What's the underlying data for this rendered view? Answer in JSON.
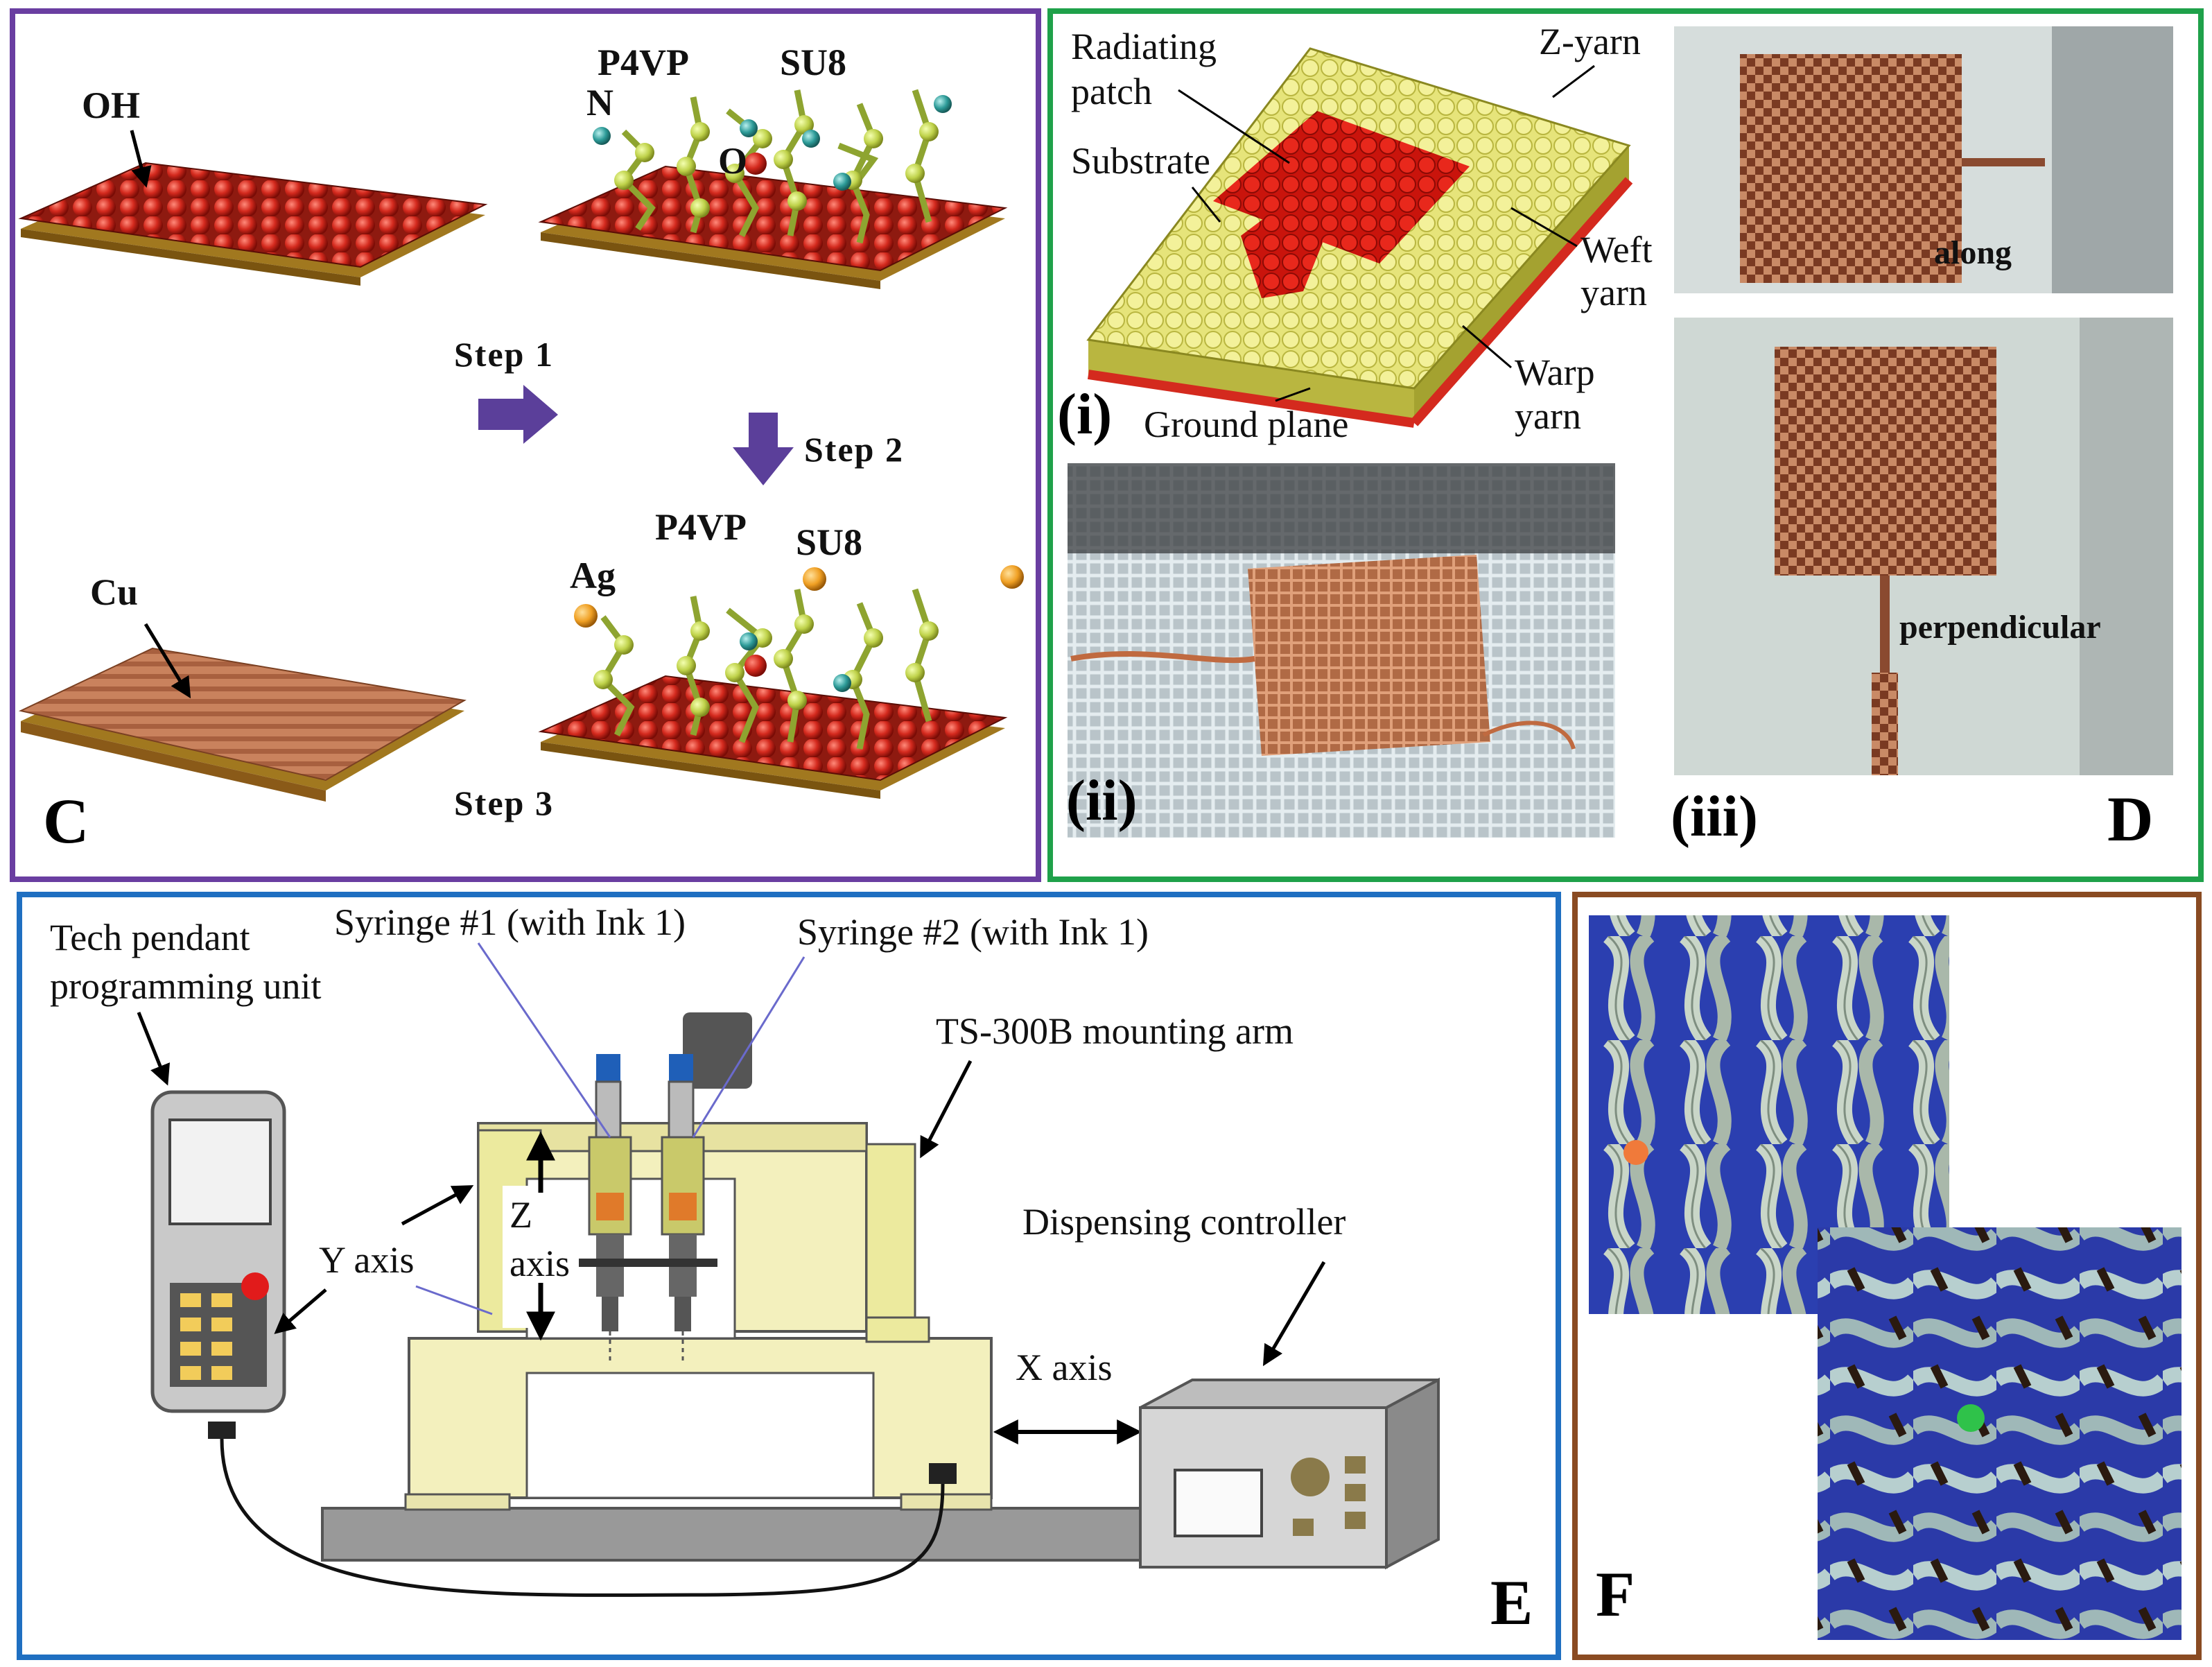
{
  "panels": {
    "C": {
      "letter": "C",
      "border_color": "#6a3ea1",
      "labels": {
        "oh": "OH",
        "p4vp_top": "P4VP",
        "su8_top": "SU8",
        "n": "N",
        "o": "O",
        "step1": "Step 1",
        "step2": "Step 2",
        "step3": "Step 3",
        "cu": "Cu",
        "ag": "Ag",
        "p4vp_bottom": "P4VP",
        "su8_bottom": "SU8"
      }
    },
    "D": {
      "letter": "D",
      "border_color": "#1fa14a",
      "labels": {
        "radiating": "Radiating",
        "patch": "patch",
        "substrate": "Substrate",
        "z_yarn": "Z-yarn",
        "weft": "Weft",
        "weft_yarn": "yarn",
        "warp": "Warp",
        "warp_yarn": "yarn",
        "ground_plane": "Ground plane",
        "sub_i": "(i)",
        "sub_ii": "(ii)",
        "sub_iii": "(iii)",
        "along": "along",
        "perpendicular": "perpendicular"
      }
    },
    "E": {
      "letter": "E",
      "border_color": "#1f6fc1",
      "labels": {
        "pendant_1": "Tech pendant",
        "pendant_2": "programming unit",
        "syringe1": "Syringe #1 (with Ink 1)",
        "syringe2": "Syringe #2 (with Ink 1)",
        "arm": "TS-300B mounting arm",
        "y_axis": "Y axis",
        "z": "Z",
        "z_axis": "axis",
        "dispensing": "Dispensing controller",
        "x_axis": "X axis"
      }
    },
    "F": {
      "letter": "F",
      "border_color": "#8a4b22",
      "markers": {
        "top_photo_dot": "#f07a3a",
        "bottom_photo_dot": "#2fc24a"
      }
    }
  }
}
